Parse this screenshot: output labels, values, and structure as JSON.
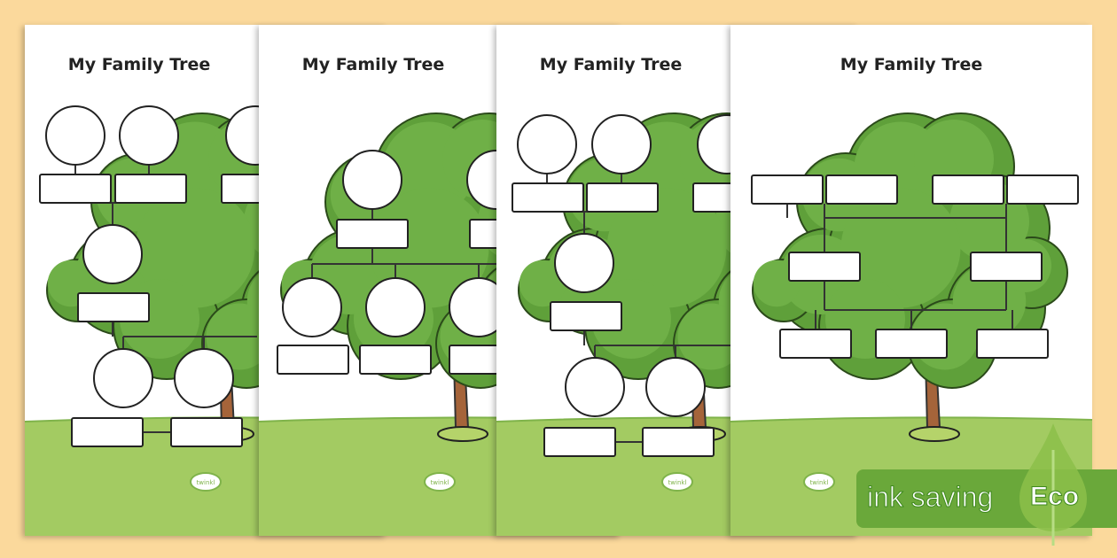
{
  "pages": [
    {
      "title": "My Family Tree",
      "logo": "twinkl"
    },
    {
      "title": "My Family Tree",
      "logo": "twinkl"
    },
    {
      "title": "My Family Tree",
      "logo": "twinkl"
    },
    {
      "title": "My Family Tree",
      "logo": "twinkl"
    }
  ],
  "badge": {
    "label": "ink saving",
    "eco": "Eco",
    "icon": "leaf-icon"
  },
  "colors": {
    "background": "#fbd99c",
    "foliage": "#5fa03a",
    "grass": "#a3cb62",
    "badge": "#6aa83a"
  }
}
